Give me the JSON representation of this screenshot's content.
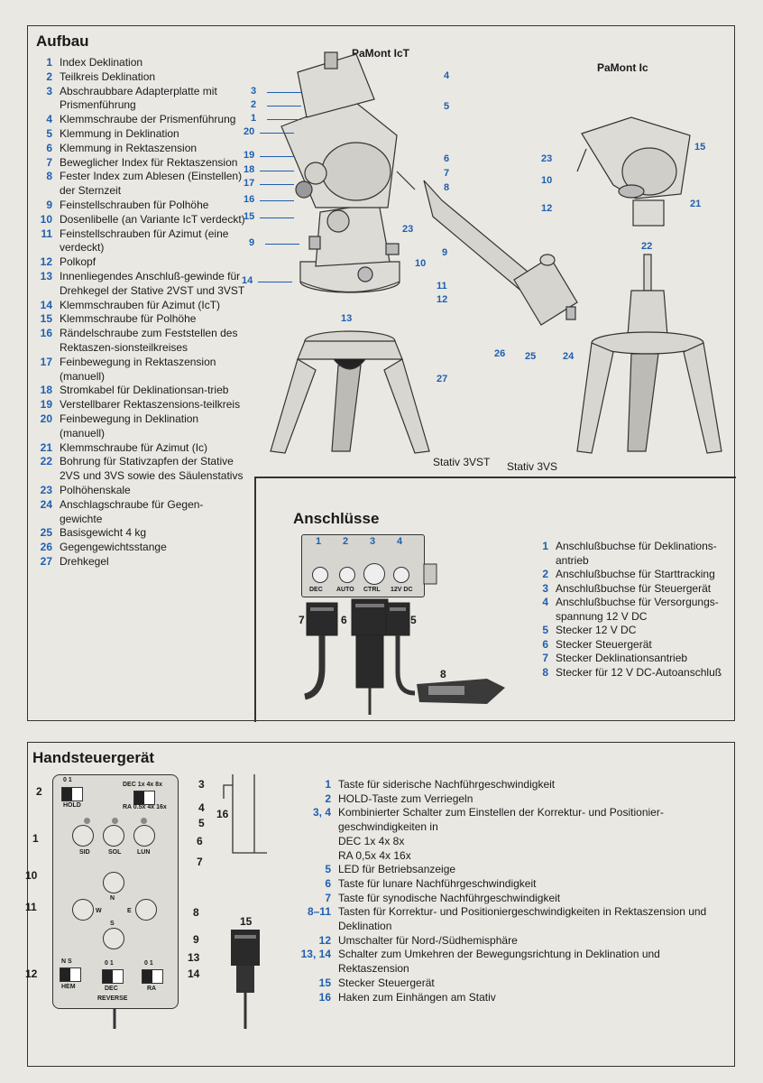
{
  "aufbau": {
    "title": "Aufbau",
    "items": [
      {
        "n": "1",
        "t": "Index Deklination"
      },
      {
        "n": "2",
        "t": "Teilkreis Deklination"
      },
      {
        "n": "3",
        "t": "Abschraubbare Adapterplatte mit Prismenführung"
      },
      {
        "n": "4",
        "t": "Klemmschraube der Prismenführung"
      },
      {
        "n": "5",
        "t": "Klemmung in Deklination"
      },
      {
        "n": "6",
        "t": "Klemmung in Rektaszension"
      },
      {
        "n": "7",
        "t": "Beweglicher Index für Rektaszension"
      },
      {
        "n": "8",
        "t": "Fester Index zum Ablesen (Einstellen) der Sternzeit"
      },
      {
        "n": "9",
        "t": "Feinstellschrauben für Polhöhe"
      },
      {
        "n": "10",
        "t": "Dosenlibelle (an Variante IcT verdeckt)"
      },
      {
        "n": "11",
        "t": "Feinstellschrauben für Azimut (eine verdeckt)"
      },
      {
        "n": "12",
        "t": "Polkopf"
      },
      {
        "n": "13",
        "t": "Innenliegendes Anschluß-gewinde für Drehkegel der Stative 2VST und 3VST"
      },
      {
        "n": "14",
        "t": "Klemmschrauben für Azimut (IcT)"
      },
      {
        "n": "15",
        "t": "Klemmschraube für Polhöhe"
      },
      {
        "n": "16",
        "t": "Rändelschraube zum Feststellen des Rektaszen-sionsteilkreises"
      },
      {
        "n": "17",
        "t": "Feinbewegung in Rektaszension (manuell)"
      },
      {
        "n": "18",
        "t": "Stromkabel für Deklinationsan-trieb"
      },
      {
        "n": "19",
        "t": "Verstellbarer Rektaszensions-teilkreis"
      },
      {
        "n": "20",
        "t": "Feinbewegung in Deklination (manuell)"
      },
      {
        "n": "21",
        "t": "Klemmschraube für Azimut (Ic)"
      },
      {
        "n": "22",
        "t": "Bohrung für Stativzapfen der Stative 2VS und 3VS sowie des Säulenstativs"
      },
      {
        "n": "23",
        "t": "Polhöhenskale"
      },
      {
        "n": "24",
        "t": "Anschlagschraube für Gegen-gewichte"
      },
      {
        "n": "25",
        "t": "Basisgewicht 4 kg"
      },
      {
        "n": "26",
        "t": "Gegengewichtsstange"
      },
      {
        "n": "27",
        "t": "Drehkegel"
      }
    ],
    "fig_ict_title": "PaMont IcT",
    "fig_ic_title": "PaMont Ic",
    "stand_3vst": "Stativ 3VST",
    "stand_3vs": "Stativ 3VS",
    "callouts_left": [
      "3",
      "2",
      "1",
      "20",
      "19",
      "18",
      "17",
      "16",
      "15",
      "9",
      "14"
    ],
    "callouts_mid_right": [
      "4",
      "5",
      "6",
      "7",
      "8",
      "23",
      "9",
      "10",
      "11",
      "12",
      "13",
      "27",
      "26",
      "25",
      "24"
    ],
    "callouts_ic": [
      "15",
      "23",
      "10",
      "21",
      "12",
      "22"
    ]
  },
  "anschluesse": {
    "title": "Anschlüsse",
    "sockets": [
      {
        "n": "1",
        "label": "DEC"
      },
      {
        "n": "2",
        "label": "AUTO"
      },
      {
        "n": "3",
        "label": "CTRL"
      },
      {
        "n": "4",
        "label": "12V DC"
      }
    ],
    "plug_nums": [
      "7",
      "6",
      "5",
      "8"
    ],
    "items": [
      {
        "n": "1",
        "t": "Anschlußbuchse für Deklinations-antrieb"
      },
      {
        "n": "2",
        "t": "Anschlußbuchse für Starttracking"
      },
      {
        "n": "3",
        "t": "Anschlußbuchse für Steuergerät"
      },
      {
        "n": "4",
        "t": "Anschlußbuchse für Versorgungs-spannung 12 V DC"
      },
      {
        "n": "5",
        "t": "Stecker 12 V DC"
      },
      {
        "n": "6",
        "t": "Stecker Steuergerät"
      },
      {
        "n": "7",
        "t": "Stecker Deklinationsantrieb"
      },
      {
        "n": "8",
        "t": "Stecker für 12 V DC-Autoanschluß"
      }
    ]
  },
  "hand": {
    "title": "Handsteuergerät",
    "panel": {
      "hold_nums": "0  1",
      "hold": "HOLD",
      "dec_row": "DEC  1x   4x   8x",
      "ra_row": "RA  0.5x  4x  16x",
      "sid": "SID",
      "sol": "SOL",
      "lun": "LUN",
      "n": "N",
      "w": "W",
      "e": "E",
      "s": "S",
      "ns": "N  S",
      "hem": "HEM",
      "dec_sw_nums": "0  1",
      "dec": "DEC",
      "ra_sw_nums": "0  1",
      "ra": "RA",
      "reverse": "REVERSE"
    },
    "callouts": [
      "2",
      "3",
      "4",
      "5",
      "1",
      "6",
      "7",
      "10",
      "11",
      "8",
      "9",
      "13",
      "12",
      "14",
      "16",
      "15"
    ],
    "items": [
      {
        "n": "1",
        "t": "Taste für siderische Nachführgeschwindigkeit"
      },
      {
        "n": "2",
        "t": "HOLD-Taste zum Verriegeln"
      },
      {
        "n": "3, 4",
        "t": "Kombinierter Schalter zum Einstellen der Korrektur- und Positionier-geschwindigkeiten in"
      },
      {
        "n": "",
        "t": "DEC   1x      4x      8x"
      },
      {
        "n": "",
        "t": "RA    0,5x    4x     16x"
      },
      {
        "n": "5",
        "t": "LED für Betriebsanzeige"
      },
      {
        "n": "6",
        "t": "Taste für lunare Nachführgeschwindigkeit"
      },
      {
        "n": "7",
        "t": "Taste für synodische Nachführgeschwindigkeit"
      },
      {
        "n": "8–11",
        "t": "Tasten für Korrektur- und Positioniergeschwindigkeiten in Rektaszension und Deklination"
      },
      {
        "n": "12",
        "t": "Umschalter für Nord-/Südhemisphäre"
      },
      {
        "n": "13, 14",
        "t": "Schalter zum Umkehren der Bewegungsrichtung in Deklination und Rektaszension"
      },
      {
        "n": "15",
        "t": "Stecker Steuergerät"
      },
      {
        "n": "16",
        "t": "Haken zum Einhängen am Stativ"
      }
    ]
  }
}
